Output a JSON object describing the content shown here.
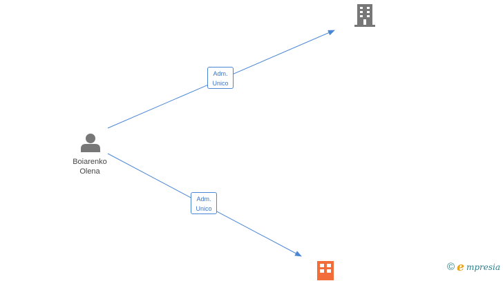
{
  "person": {
    "name_line1": "Boiarenko",
    "name_line2": "Olena",
    "icon": "person-icon",
    "color": "#777777"
  },
  "companies": [
    {
      "icon": "building-icon",
      "color": "#777777"
    },
    {
      "icon": "building-icon",
      "color": "#f26d3a"
    }
  ],
  "relations": [
    {
      "line1": "Adm.",
      "line2": "Unico"
    },
    {
      "line1": "Adm.",
      "line2": "Unico"
    }
  ],
  "edge_color": "#4a86d6",
  "watermark": {
    "copyright_symbol": "©",
    "brand_initial": "e",
    "brand_rest": "mpresia"
  }
}
